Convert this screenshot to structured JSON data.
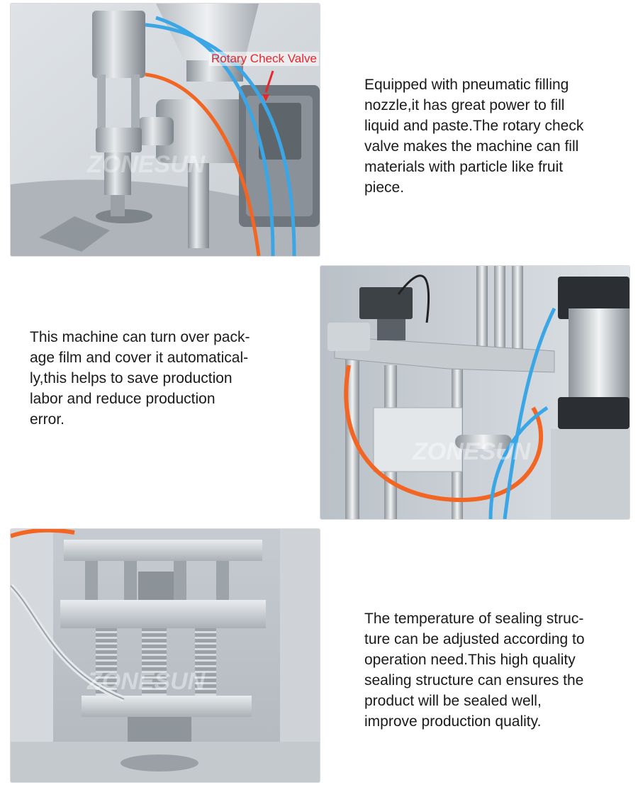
{
  "watermark": "ZONESUN",
  "section1": {
    "callout": "Rotary Check Valve",
    "text_lines": [
      "Equipped with pneumatic filling",
      "nozzle,it has great power to fill",
      "liquid and paste.The rotary check",
      "valve makes the machine can fill",
      "materials with particle like fruit",
      "piece."
    ]
  },
  "section2": {
    "text_lines": [
      "This machine can turn over pack-",
      "age film and cover it automatical-",
      "ly,this helps to save production",
      "labor and reduce production",
      "error."
    ]
  },
  "section3": {
    "text_lines": [
      "The temperature of sealing struc-",
      "ture can be adjusted according to",
      "operation need.This high quality",
      "sealing structure can ensures the",
      "product will be sealed well,",
      "improve production quality."
    ]
  },
  "colors": {
    "callout": "#e8262b",
    "air_tube_blue": "#3aa6e6",
    "air_tube_orange": "#f26522"
  }
}
